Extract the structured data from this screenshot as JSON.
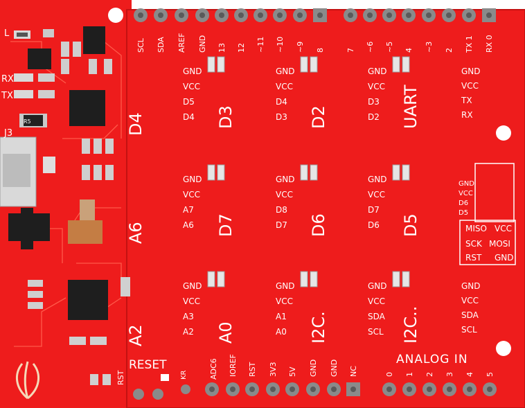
{
  "top_header_pins": [
    "SCL",
    "SDA",
    "AREF",
    "GND",
    "13",
    "12",
    "~11",
    "~10",
    "~9",
    "8",
    "7",
    "~6",
    "~5",
    "4",
    "~3",
    "2",
    "TX 1",
    "RX 0"
  ],
  "bottom_power_pins": [
    "IOREF",
    "RST",
    "3V3",
    "5V",
    "GND",
    "GND",
    "NC"
  ],
  "analog_pins": [
    "0",
    "1",
    "2",
    "3",
    "4",
    "5"
  ],
  "analog_label": "ANALOG IN",
  "reset_label": "RESET",
  "left_labels": {
    "L": "L",
    "RX": "RX",
    "TX": "TX",
    "J3": "J3",
    "R5": "R5",
    "RST": "RST",
    "KR": "KR",
    "ADC6": "ADC6"
  },
  "side_labels": [
    "D4",
    "A6",
    "A2"
  ],
  "grove_ports": [
    {
      "title": "D3",
      "pins": [
        "GND",
        "VCC",
        "D5",
        "D4"
      ]
    },
    {
      "title": "D2",
      "pins": [
        "GND",
        "VCC",
        "D4",
        "D3"
      ]
    },
    {
      "title": "UART",
      "pins": [
        "GND",
        "VCC",
        "D3",
        "D2"
      ]
    },
    {
      "title": "D7",
      "pins": [
        "GND",
        "VCC",
        "A7",
        "A6"
      ]
    },
    {
      "title": "D6",
      "pins": [
        "GND",
        "VCC",
        "D8",
        "D7"
      ]
    },
    {
      "title": "D5",
      "pins": [
        "GND",
        "VCC",
        "D7",
        "D6"
      ]
    },
    {
      "title": "A0",
      "pins": [
        "GND",
        "VCC",
        "A3",
        "A2"
      ]
    },
    {
      "title": "I2C.",
      "pins": [
        "GND",
        "VCC",
        "A1",
        "A0"
      ]
    },
    {
      "title": "I2C..",
      "pins": [
        "GND",
        "VCC",
        "SDA",
        "SCL"
      ]
    }
  ],
  "right_column_top": [
    "GND",
    "VCC",
    "TX",
    "RX"
  ],
  "right_column_bottom": [
    "GND",
    "VCC",
    "SDA",
    "SCL"
  ],
  "spi_side": [
    "GND",
    "VCC",
    "D6",
    "D5"
  ],
  "icsp": {
    "row1": [
      "MISO",
      "VCC"
    ],
    "row2": [
      "SCK",
      "MOSI"
    ],
    "row3": [
      "RST",
      "GND"
    ]
  },
  "colors": {
    "board": "#ee1c1c",
    "silkscreen": "#ffffff",
    "pin": "#8a8a8a",
    "ic": "#1e1e1e"
  }
}
